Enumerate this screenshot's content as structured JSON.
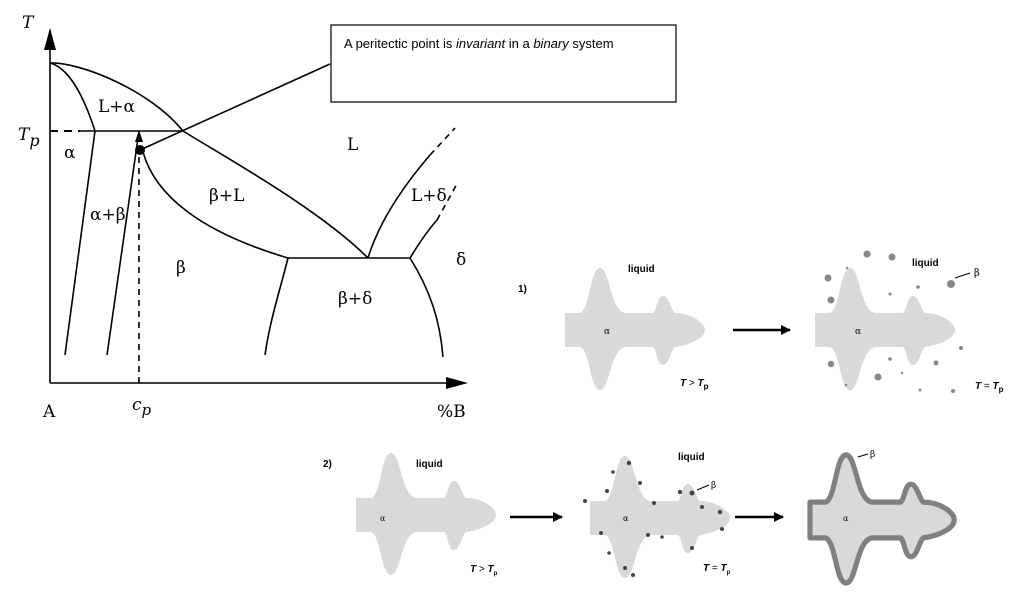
{
  "phase_diagram": {
    "y_axis_label": "T",
    "tp_label": "T",
    "tp_sub": "p",
    "x_axis_start": "A",
    "x_axis_end": "%B",
    "cp_label": "c",
    "cp_sub": "p",
    "regions": {
      "l_alpha": "L+α",
      "alpha": "α",
      "liquid": "L",
      "beta_l": "β+L",
      "alpha_beta": "α+β",
      "beta": "β",
      "l_delta": "L+δ",
      "delta": "δ",
      "beta_delta": "β+δ"
    }
  },
  "callout": {
    "part1": "A peritectic point is ",
    "part2": "invariant",
    "part3": " in a ",
    "part4": "binary",
    "part5": " system"
  },
  "sequence1": {
    "number": "1)",
    "stage1": {
      "liquid": "liquid",
      "phase": "α",
      "cond_t": "T",
      "cond_op": " > ",
      "cond_tp": "T",
      "cond_sub": "p"
    },
    "stage2": {
      "liquid": "liquid",
      "phase": "α",
      "beta": "β",
      "cond_t": "T",
      "cond_op": " =  ",
      "cond_tp": "T",
      "cond_sub": "p"
    }
  },
  "sequence2": {
    "number": "2)",
    "stage1": {
      "liquid": "liquid",
      "phase": "α",
      "cond_t": "T",
      "cond_op": " > ",
      "cond_tp": "T",
      "cond_sub": "p"
    },
    "stage2": {
      "liquid": "liquid",
      "phase": "α",
      "beta": "β",
      "cond_t": "T",
      "cond_op": " = ",
      "cond_tp": "T",
      "cond_sub": "p"
    },
    "stage3": {
      "phase": "α",
      "beta": "β"
    }
  },
  "colors": {
    "alpha_fill": "#d9d9d9",
    "beta_fill": "#808080"
  }
}
